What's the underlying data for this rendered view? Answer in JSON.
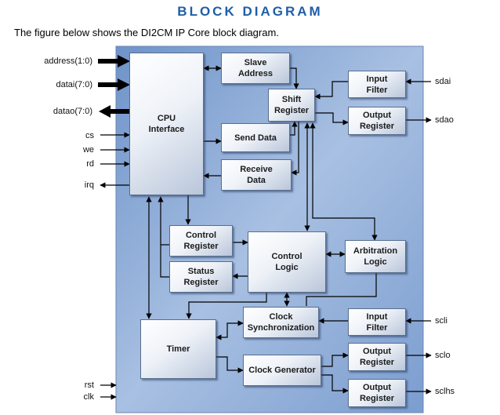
{
  "title": "BLOCK DIAGRAM",
  "subtitle": "The figure below shows the DI2CM IP Core block diagram.",
  "blocks": {
    "cpu_interface": [
      "CPU",
      "Interface"
    ],
    "slave_address": [
      "Slave",
      "Address"
    ],
    "shift_register": [
      "Shift",
      "Register"
    ],
    "input_filter_sda": [
      "Input",
      "Filter"
    ],
    "output_register_sda": [
      "Output",
      "Register"
    ],
    "send_data": [
      "Send Data"
    ],
    "receive_data": [
      "Receive",
      "Data"
    ],
    "control_register": [
      "Control",
      "Register"
    ],
    "status_register": [
      "Status",
      "Register"
    ],
    "control_logic": [
      "Control",
      "Logic"
    ],
    "arbitration_logic": [
      "Arbitration",
      "Logic"
    ],
    "clock_synchronization": [
      "Clock",
      "Synchronization"
    ],
    "input_filter_scl": [
      "Input",
      "Filter"
    ],
    "timer": [
      "Timer"
    ],
    "clock_generator": [
      "Clock Generator"
    ],
    "output_register_scl": [
      "Output",
      "Register"
    ],
    "output_register_sclhs": [
      "Output",
      "Register"
    ]
  },
  "signals": {
    "address": "address(1:0)",
    "datai": "datai(7:0)",
    "datao": "datao(7:0)",
    "cs": "cs",
    "we": "we",
    "rd": "rd",
    "irq": "irq",
    "rst": "rst",
    "clk": "clk",
    "sdai": "sdai",
    "sdao": "sdao",
    "scli": "scli",
    "sclo": "sclo",
    "sclhs": "sclhs"
  },
  "colors": {
    "title": "#1f5ea8",
    "panel": "#8aaad6",
    "line": "#000000"
  }
}
